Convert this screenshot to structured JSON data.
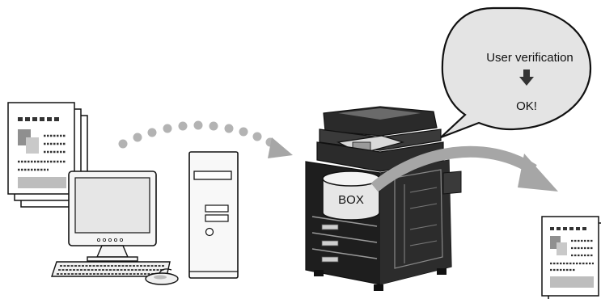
{
  "bubble": {
    "line1": "User verification",
    "line2": "OK!",
    "arrow_icon": "down-arrow-icon"
  },
  "mfp": {
    "box_label": "BOX"
  },
  "colors": {
    "ink": "#111111",
    "bubble_fill": "#e4e4e4",
    "doc_fill": "#ffffff",
    "doc_gray_block": "#bdbdbd",
    "machine_body": "#1e1e1e",
    "arrow_gray": "#a6a6a6",
    "dots_gray": "#b3b3b3"
  }
}
